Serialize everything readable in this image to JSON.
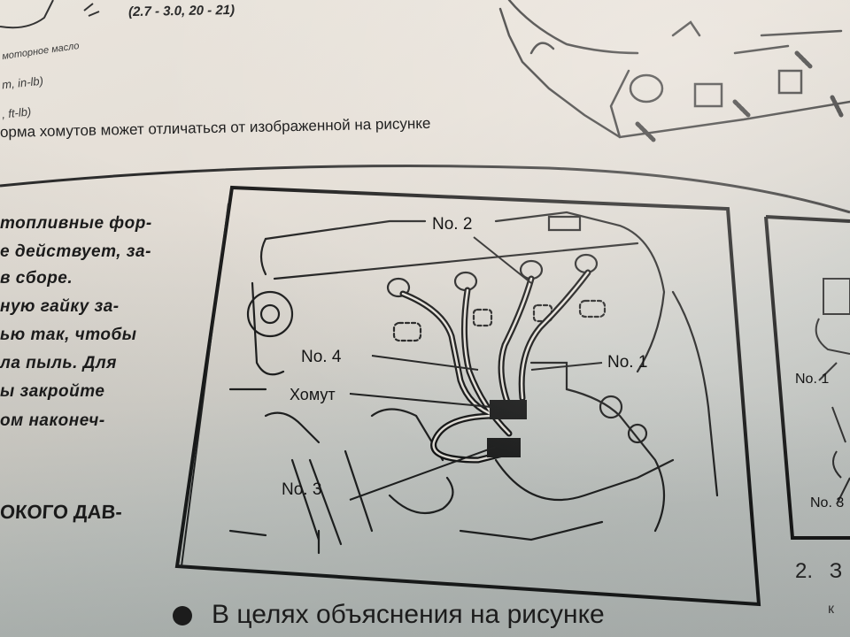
{
  "document": {
    "type": "printed service manual page (photo)",
    "language": "ru"
  },
  "top_section": {
    "torque_spec": "(2.7 - 3.0, 20 - 21)",
    "legend_oil": "моторное масло",
    "unit_1": "m, in-lb)",
    "unit_2": ", ft-lb)",
    "clamp_note": "орма хомутов может отличаться от изображенной на рисунке"
  },
  "left_column": {
    "lines": [
      "топливные фор-",
      "е действует, за-",
      "в сборе.",
      "ную гайку за-",
      "ью так, чтобы",
      "ла пыль. Для",
      "ы закройте",
      "ом наконеч-"
    ],
    "section_heading": "ОКОГО ДАВ-"
  },
  "main_figure": {
    "labels": {
      "no2": "No. 2",
      "no4": "No. 4",
      "no1": "No. 1",
      "clamp": "Хомут",
      "no3": "No. 3"
    }
  },
  "right_figure": {
    "labels": {
      "no1": "No. 1",
      "no3": "No. 3"
    }
  },
  "bottom": {
    "bullet_text": "В целях объяснения на рисунке",
    "side_step_number": "2.",
    "side_step_text": "З",
    "side_step_text2": "к"
  },
  "colors": {
    "ink": "#1b1b1b",
    "paper_light": "#e9e4dc",
    "paper_shadow": "#b9bdba"
  }
}
